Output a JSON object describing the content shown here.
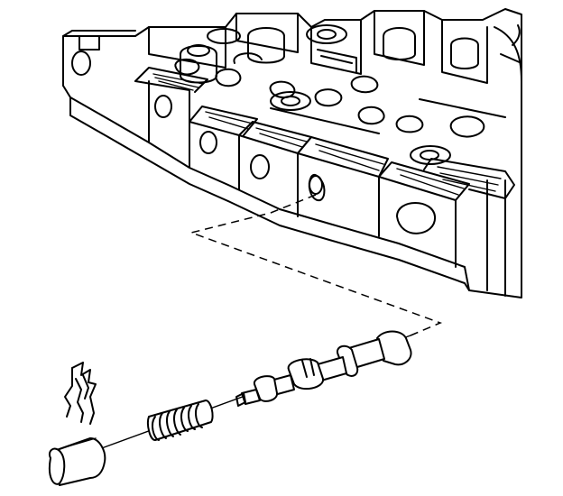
{
  "diagram": {
    "kind": "exploded-view line drawing",
    "colors": {
      "ink": "#000000",
      "paper": "#ffffff"
    },
    "parts": [
      {
        "id": "valve-body-casting",
        "icon": "valve-body-casting-icon"
      },
      {
        "id": "valve-bore",
        "icon": "valve-bore-icon"
      },
      {
        "id": "spool-valve",
        "icon": "spool-valve-icon"
      },
      {
        "id": "coil-spring",
        "icon": "coil-spring-icon"
      },
      {
        "id": "bore-plug",
        "icon": "bore-plug-icon"
      },
      {
        "id": "retaining-clip",
        "icon": "retaining-clip-icon"
      }
    ]
  }
}
